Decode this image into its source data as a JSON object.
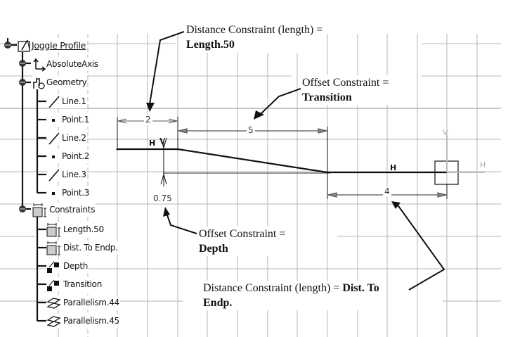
{
  "tree": {
    "root": {
      "label": "Joggle Profile",
      "icon": "sketch-icon"
    },
    "items": [
      {
        "label": "AbsoluteAxis",
        "icon": "axis-icon",
        "level": 1
      },
      {
        "label": "Geometry",
        "icon": "geometry-icon",
        "level": 1
      },
      {
        "label": "Line.1",
        "icon": "line-icon",
        "level": 2
      },
      {
        "label": "Point.1",
        "icon": "point-icon",
        "level": 2
      },
      {
        "label": "Line.2",
        "icon": "line-icon",
        "level": 2
      },
      {
        "label": "Point.2",
        "icon": "point-icon",
        "level": 2
      },
      {
        "label": "Line.3",
        "icon": "line-icon",
        "level": 2
      },
      {
        "label": "Point.3",
        "icon": "point-icon",
        "level": 2
      },
      {
        "label": "Constraints",
        "icon": "constraint-icon",
        "level": 1
      },
      {
        "label": "Length.50",
        "icon": "distance-constraint-icon",
        "level": 2
      },
      {
        "label": "Dist. To Endp.",
        "icon": "distance-constraint-icon",
        "level": 2
      },
      {
        "label": "Depth",
        "icon": "offset-constraint-icon",
        "level": 2
      },
      {
        "label": "Transition",
        "icon": "offset-constraint-icon",
        "level": 2
      },
      {
        "label": "Parallelism.44",
        "icon": "parallelism-icon",
        "level": 2
      },
      {
        "label": "Parallelism.45",
        "icon": "parallelism-icon",
        "level": 2
      }
    ]
  },
  "callouts": {
    "length50": {
      "text": "Distance Constraint (length) =",
      "bold": "Length.50"
    },
    "transition": {
      "text": "Offset Constraint =",
      "bold": "Transition"
    },
    "depth": {
      "text": "Offset Constraint =",
      "bold": "Depth"
    },
    "dist_to_endp": {
      "text": "Distance Constraint (length) = ",
      "bold1": "Dist. To",
      "bold2": "Endp."
    }
  },
  "dimensions": {
    "length_left": "2",
    "transition_length": "5",
    "depth": "0.75",
    "end_length": "4"
  },
  "markers": {
    "horizontal": "H",
    "vertical": "V",
    "axis_h": "H",
    "axis_v": "V"
  },
  "colors": {
    "grid": "#b4b4b4",
    "geometry": "#111111",
    "axis": "#bbbbbb"
  }
}
